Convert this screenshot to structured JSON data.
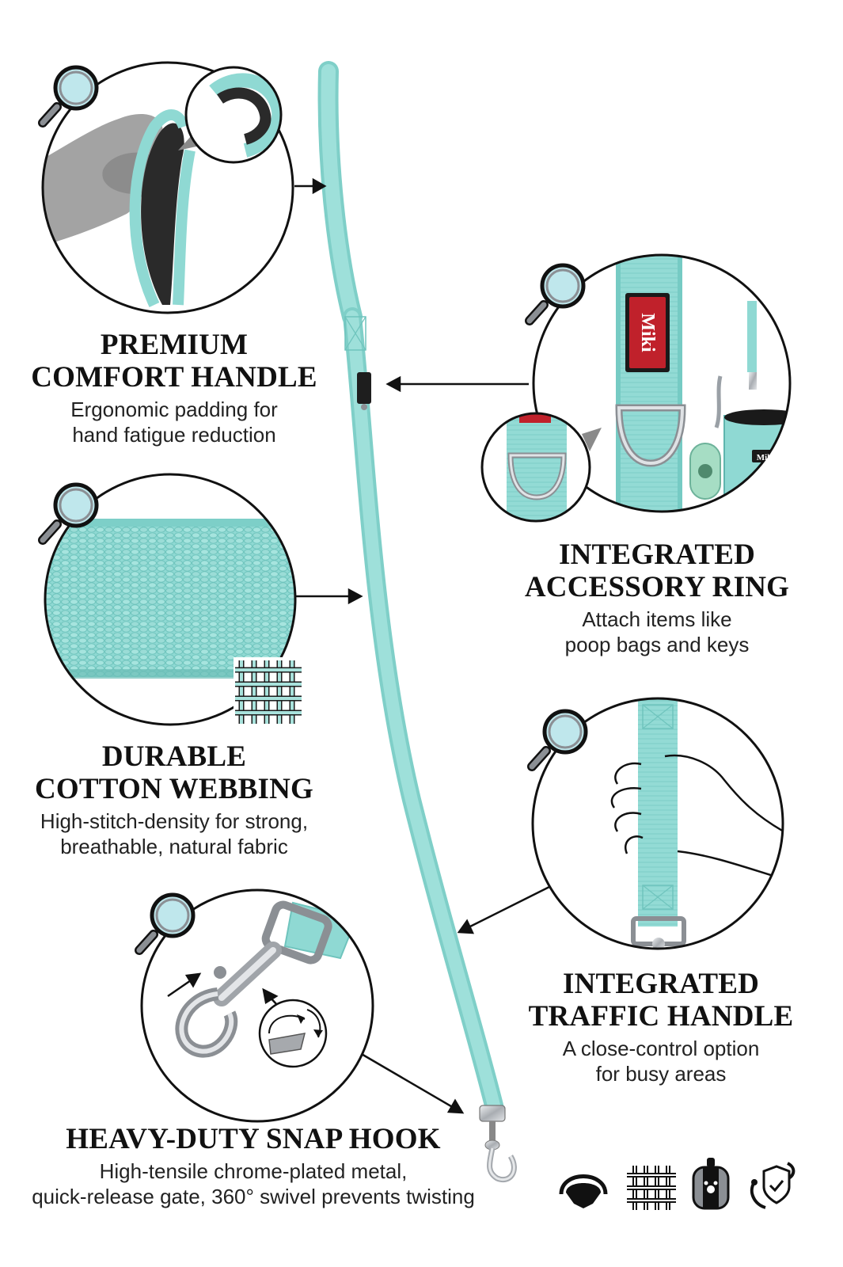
{
  "brand": {
    "logo_text": "Miki",
    "logo_color": "#c0212b"
  },
  "colors": {
    "accent": "#8fd9d3",
    "accent_dark": "#6cc3bc",
    "padding": "#2b2b2b",
    "metal": "#b9bcc0",
    "outline": "#111111"
  },
  "features": {
    "comfort_handle": {
      "title_line1": "PREMIUM",
      "title_line2": "COMFORT HANDLE",
      "desc_line1": "Ergonomic padding for",
      "desc_line2": "hand fatigue reduction",
      "icon": "magnifier-icon"
    },
    "cotton_webbing": {
      "title_line1": "DURABLE",
      "title_line2": "COTTON WEBBING",
      "desc_line1": "High-stitch-density for strong,",
      "desc_line2": "breathable, natural fabric",
      "icon": "magnifier-icon"
    },
    "snap_hook": {
      "title_line1": "HEAVY-DUTY SNAP HOOK",
      "desc_line1": "High-tensile chrome-plated metal,",
      "desc_line2": "quick-release gate, 360° swivel prevents twisting",
      "icon": "magnifier-icon"
    },
    "accessory_ring": {
      "title_line1": "INTEGRATED",
      "title_line2": "ACCESSORY RING",
      "desc_line1": "Attach items like",
      "desc_line2": "poop bags and keys",
      "icon": "magnifier-icon"
    },
    "traffic_handle": {
      "title_line1": "INTEGRATED",
      "title_line2": "TRAFFIC HANDLE",
      "desc_line1": "A close-control option",
      "desc_line2": "for busy areas",
      "icon": "magnifier-icon"
    }
  },
  "bottom_icons": [
    "padded-handle-icon",
    "woven-fabric-icon",
    "poop-bag-dispenser-icon",
    "shield-leash-icon"
  ]
}
